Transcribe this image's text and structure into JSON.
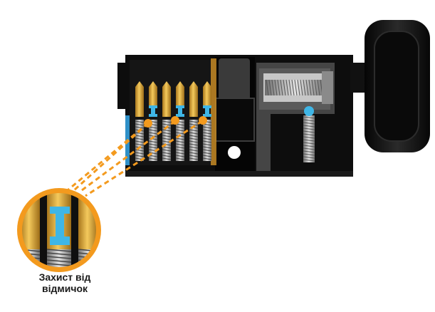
{
  "caption": {
    "line1": "Захист від",
    "line2": "відмичок"
  },
  "colors": {
    "body": "#0d0d0d",
    "brass": "#d9a33a",
    "security_pin": "#3fb6e6",
    "callout": "#f39a1e",
    "spring": "#9a9a9a"
  },
  "icons": {
    "callout_marker": "orange-dot",
    "zoom_lens": "magnifier-circle"
  }
}
